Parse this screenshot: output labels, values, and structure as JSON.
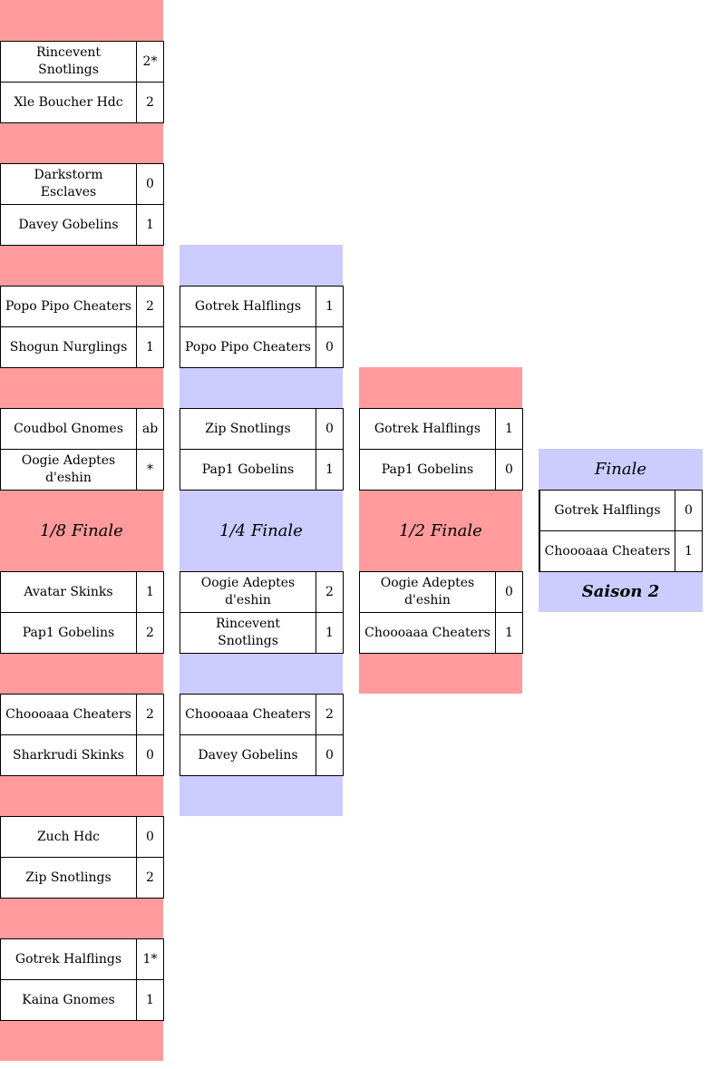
{
  "rounds": {
    "r16": {
      "label": "1/8 Finale",
      "matches": [
        {
          "team1": "Rincevent Snotlings",
          "score1": "2*",
          "team2": "Xle Boucher Hdc",
          "score2": "2"
        },
        {
          "team1": "Darkstorm Esclaves",
          "score1": "0",
          "team2": "Davey Gobelins",
          "score2": "1"
        },
        {
          "team1": "Popo Pipo Cheaters",
          "score1": "2",
          "team2": "Shogun Nurglings",
          "score2": "1"
        },
        {
          "team1": "Coudbol Gnomes",
          "score1": "ab",
          "team2": "Oogie  Adeptes d'eshin",
          "score2": "*"
        },
        {
          "team1": "Avatar  Skinks",
          "score1": "1",
          "team2": "Pap1       Gobelins",
          "score2": "2"
        },
        {
          "team1": "Choooaaa  Cheaters",
          "score1": "2",
          "team2": "Sharkrudi  Skinks",
          "score2": "0"
        },
        {
          "team1": "Zuch  Hdc",
          "score1": "0",
          "team2": "Zip  Snotlings",
          "score2": "2"
        },
        {
          "team1": "Gotrek Halflings",
          "score1": "1*",
          "team2": "Kaina Gnomes",
          "score2": "1"
        }
      ]
    },
    "qf": {
      "label": "1/4 Finale",
      "matches": [
        {
          "team1": "Gotrek Halflings",
          "score1": "1",
          "team2": "Popo Pipo Cheaters",
          "score2": "0"
        },
        {
          "team1": "Zip Snotlings",
          "score1": "0",
          "team2": "Pap1    Gobelins",
          "score2": "1"
        },
        {
          "team1": "Oogie    Adeptes d'eshin",
          "score1": "2",
          "team2": "Rincevent  Snotlings",
          "score2": "1"
        },
        {
          "team1": "Choooaaa  Cheaters",
          "score1": "2",
          "team2": "Davey  Gobelins",
          "score2": "0"
        }
      ]
    },
    "sf": {
      "label": "1/2 Finale",
      "matches": [
        {
          "team1": "Gotrek Halflings",
          "score1": "1",
          "team2": "Pap1  Gobelins",
          "score2": "0"
        },
        {
          "team1": "Oogie    Adeptes d'eshin",
          "score1": "0",
          "team2": "Choooaaa  Cheaters",
          "score2": "1"
        }
      ]
    },
    "final": {
      "label": "Finale",
      "season": "Saison 2",
      "match": {
        "team1": "Gotrek  Halflings",
        "score1": "0",
        "team2": "Choooaaa    Cheaters",
        "score2": "1"
      }
    }
  },
  "colors": {
    "pink": "#ff9b9c",
    "blue": "#ccccff"
  }
}
